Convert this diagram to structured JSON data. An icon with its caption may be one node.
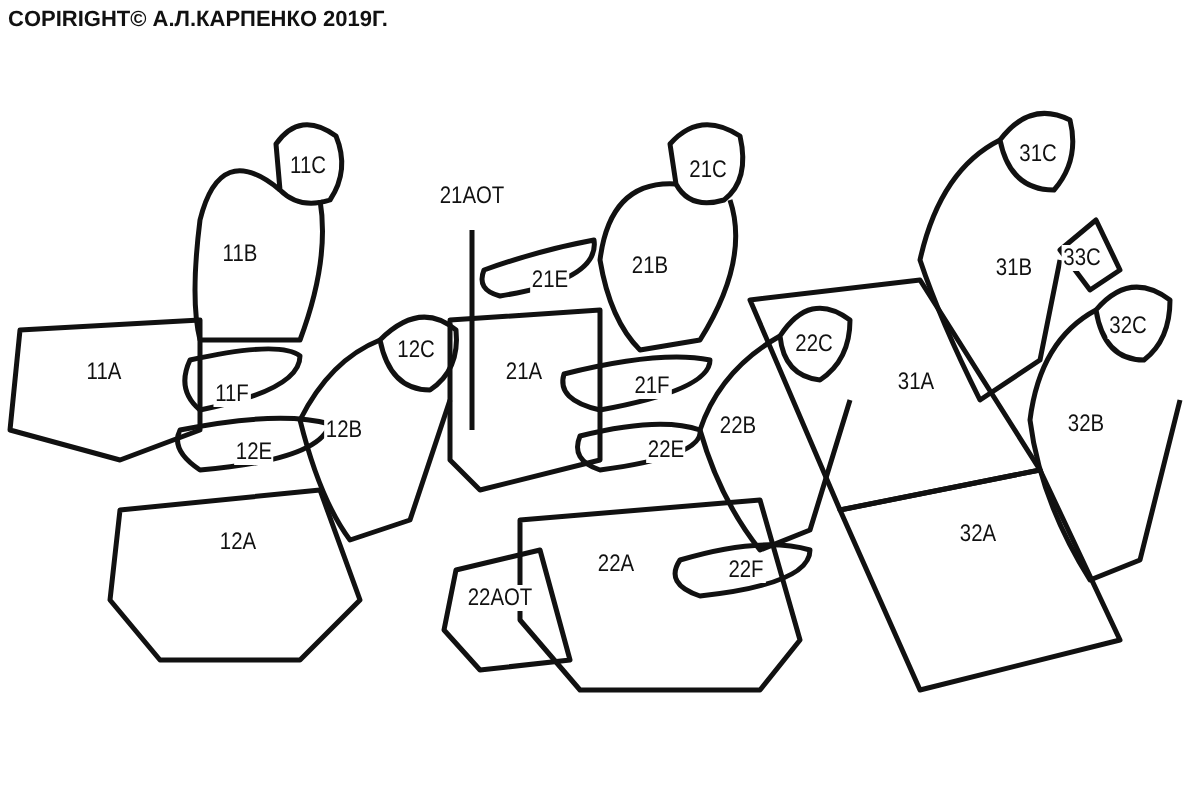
{
  "diagram": {
    "labels": [
      "COPIRIGHT© А.Л.КАРПЕНКО 2019Г.",
      "11C",
      "21AOT",
      "21C",
      "31C",
      "11B",
      "21E",
      "21B",
      "33C",
      "31B",
      "32C",
      "22C",
      "12C",
      "11A",
      "21A",
      "21F",
      "31A",
      "11F",
      "32B",
      "22B",
      "12B",
      "12E",
      "22E",
      "32A",
      "12A",
      "22A",
      "22F",
      "22AOT"
    ]
  }
}
